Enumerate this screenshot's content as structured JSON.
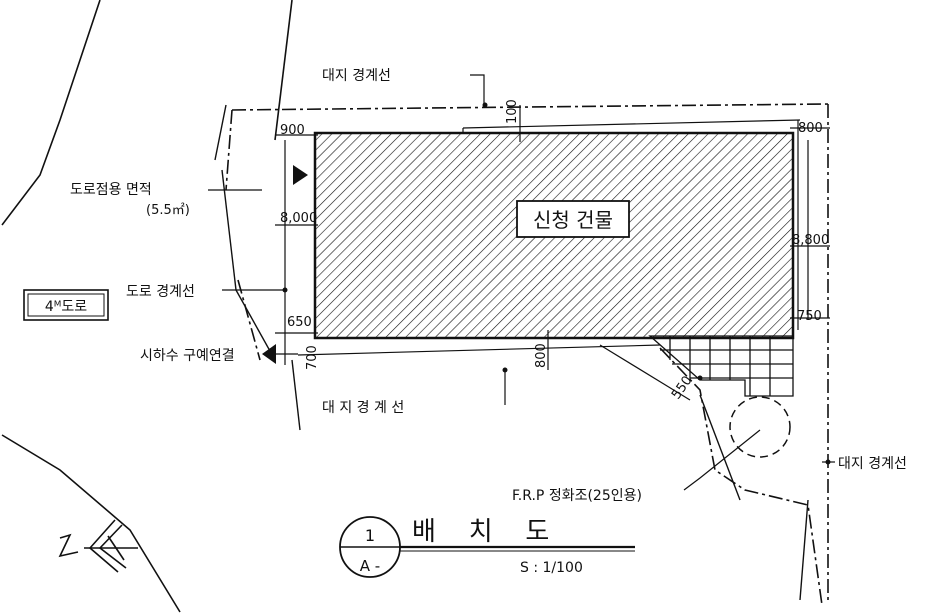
{
  "title": {
    "text": "배   치   도",
    "scale": "S : 1/100",
    "circle_top": "1",
    "circle_bottom": "A -"
  },
  "labels": {
    "site_line_top": "대지  경계선",
    "site_line_bottom": "대 지 경  계  선",
    "site_line_right": "대지 경계선",
    "building": "신청 건물",
    "road_area": "도로점용 면적",
    "road_area_value": "(5.5㎡)",
    "road_boundary": "도로 경계선",
    "road_width": "4ᴹ도로",
    "sewer": "시하수 구예연결",
    "septic": "F.R.P 정화조(25인용)"
  },
  "dimensions": {
    "top_left": "900",
    "top_mid": "100",
    "top_right": "800",
    "left_upper": "8,000",
    "left_lower": "650",
    "left_bottom": "700",
    "right_mid": "8,800",
    "right_lower": "750",
    "bottom_mid": "800",
    "diagonal": "550"
  },
  "north": {
    "letter": "N"
  },
  "colors": {
    "ink": "#111111",
    "paper": "#ffffff"
  }
}
